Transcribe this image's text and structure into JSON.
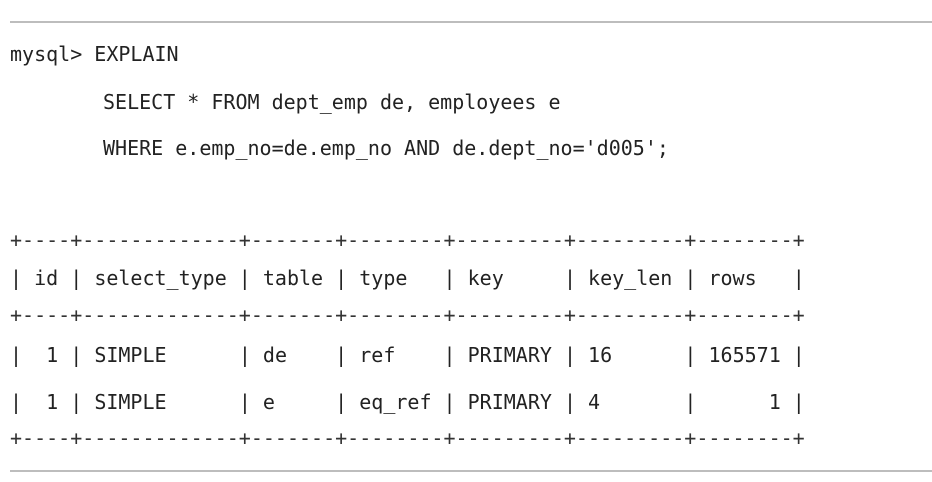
{
  "console": {
    "prompt": "mysql>",
    "lines": [
      "EXPLAIN",
      "SELECT * FROM dept_emp de, employees e",
      "WHERE e.emp_no=de.emp_no AND de.dept_no='d005';"
    ]
  },
  "result_table": {
    "columns": [
      "id",
      "select_type",
      "table",
      "type",
      "key",
      "key_len",
      "rows"
    ],
    "rows": [
      [
        "1",
        "SIMPLE",
        "de",
        "ref",
        "PRIMARY",
        "16",
        "165571"
      ],
      [
        "1",
        "SIMPLE",
        "e",
        "eq_ref",
        "PRIMARY",
        "4",
        "1"
      ]
    ]
  },
  "colors": {
    "text": "#222222",
    "rule": "#bdbdbd"
  }
}
